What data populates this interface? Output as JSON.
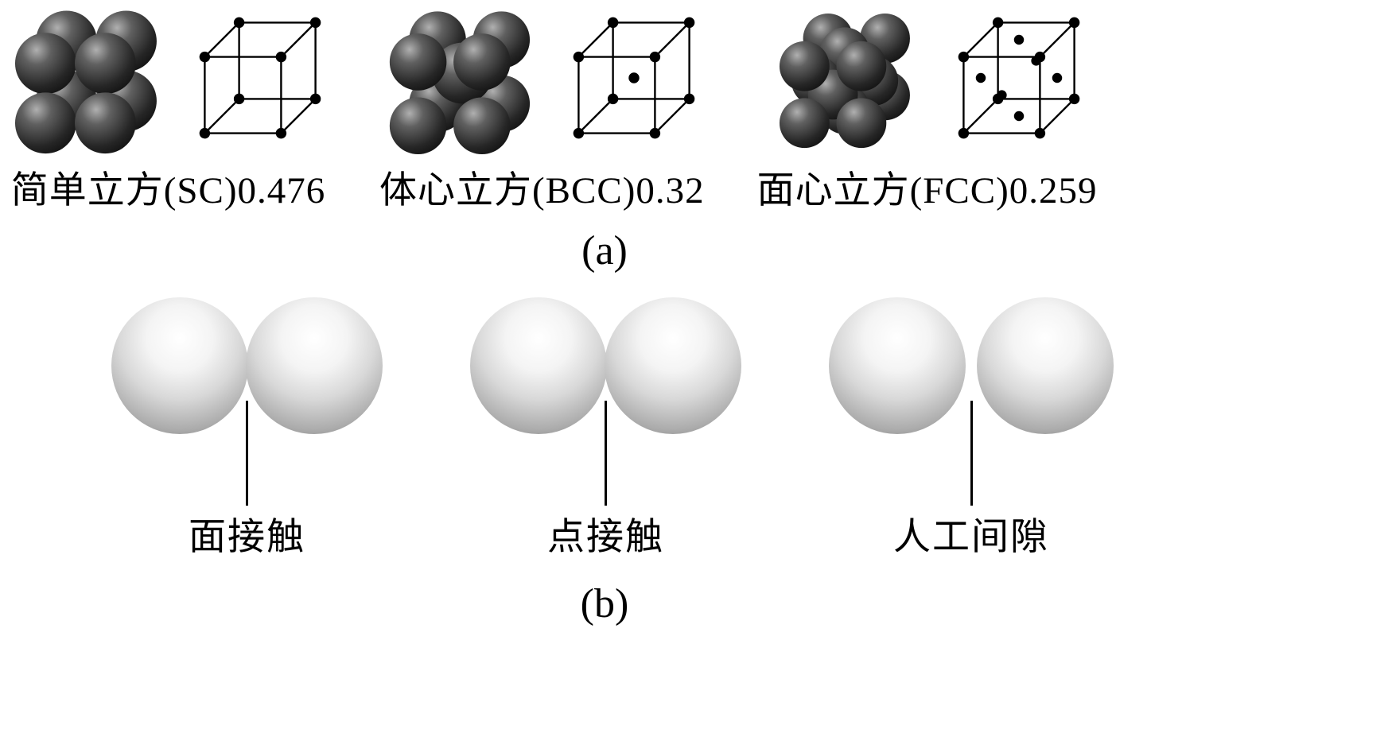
{
  "section_a": {
    "caption": "(a)",
    "structures": [
      {
        "id": "sc",
        "label": "简单立方(SC)0.476",
        "name_cn": "简单立方",
        "abbr": "SC",
        "packing_fraction": "0.476"
      },
      {
        "id": "bcc",
        "label": "体心立方(BCC)0.32",
        "name_cn": "体心立方",
        "abbr": "BCC",
        "packing_fraction": "0.32"
      },
      {
        "id": "fcc",
        "label": "面心立方(FCC)0.259",
        "name_cn": "面心立方",
        "abbr": "FCC",
        "packing_fraction": "0.259"
      }
    ]
  },
  "section_b": {
    "caption": "(b)",
    "contacts": [
      {
        "id": "face-contact",
        "label": "面接触"
      },
      {
        "id": "point-contact",
        "label": "点接触"
      },
      {
        "id": "artificial-gap",
        "label": "人工间隙"
      }
    ]
  },
  "colors": {
    "background": "#ffffff",
    "line": "#000000",
    "dark_sphere": "#2a2a2a",
    "light_sphere": "#cfcfcf"
  }
}
